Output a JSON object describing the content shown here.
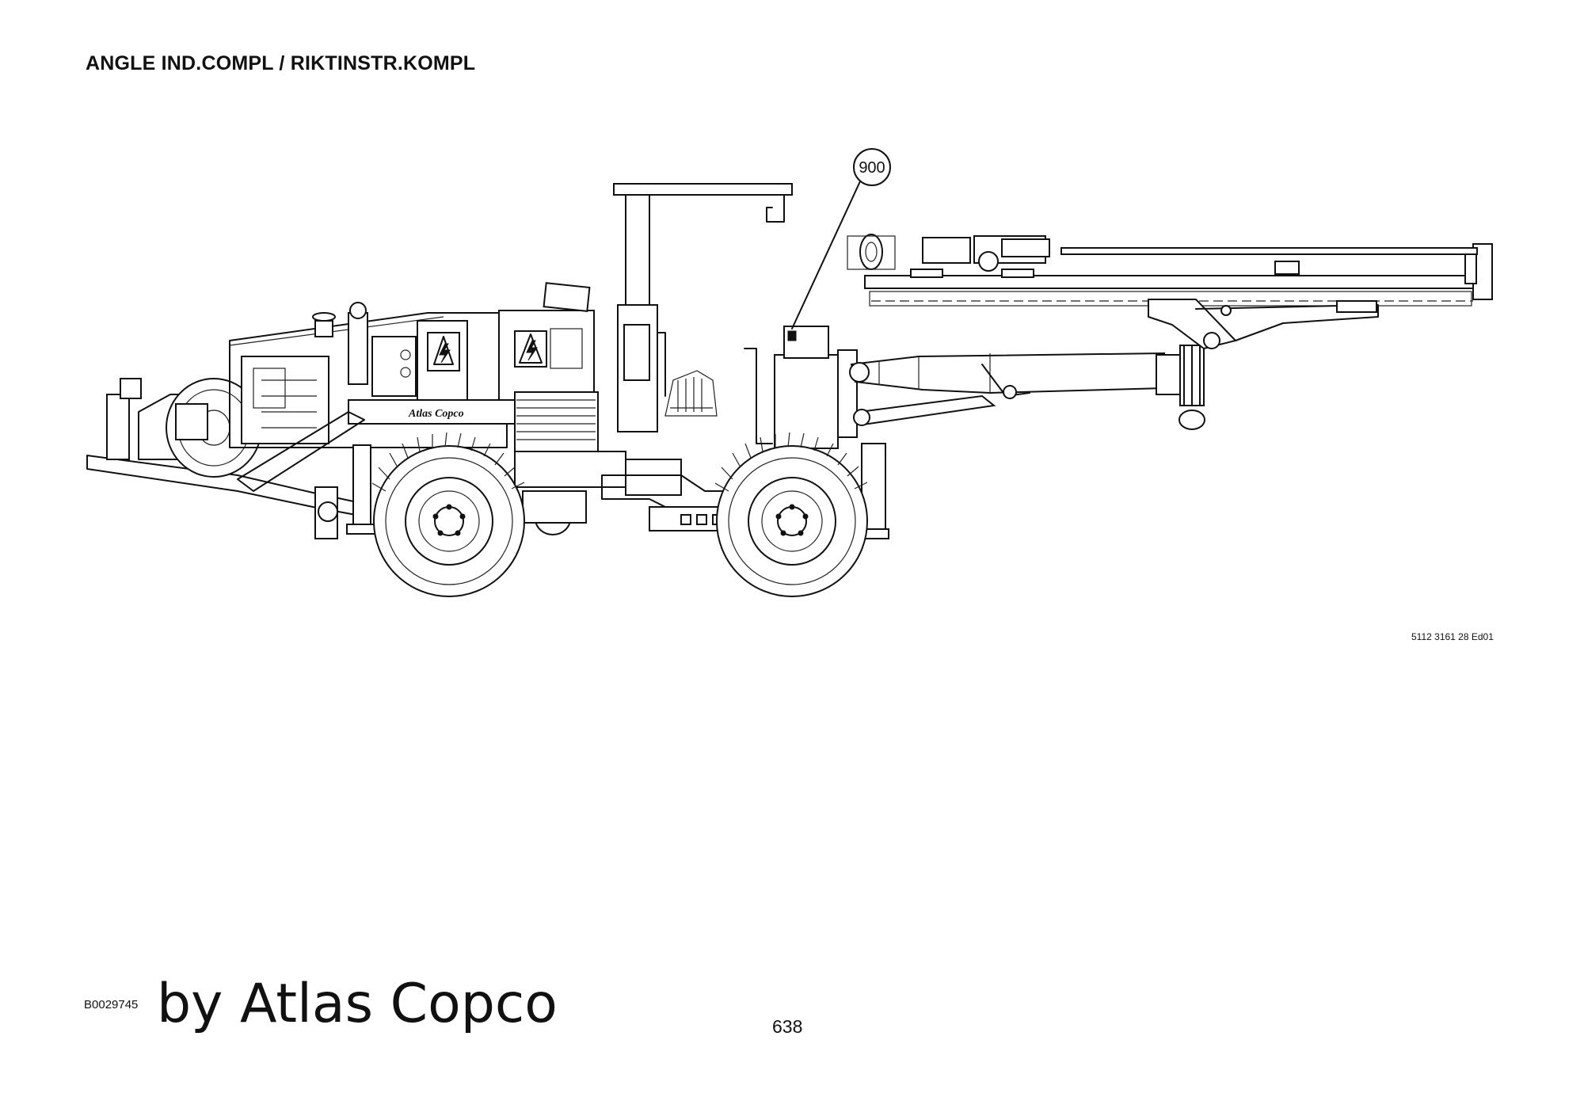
{
  "header": {
    "title": "ANGLE IND.COMPL / RIKTINSTR.KOMPL"
  },
  "drawing": {
    "subject": "drill-rig-side-view",
    "callout": {
      "label": "900"
    },
    "decal_text": "Atlas Copco"
  },
  "footer": {
    "doc_ref": "5112  3161 28 Ed01",
    "image_id": "B0029745",
    "brand": "by Atlas Copco",
    "page_number": "638"
  }
}
